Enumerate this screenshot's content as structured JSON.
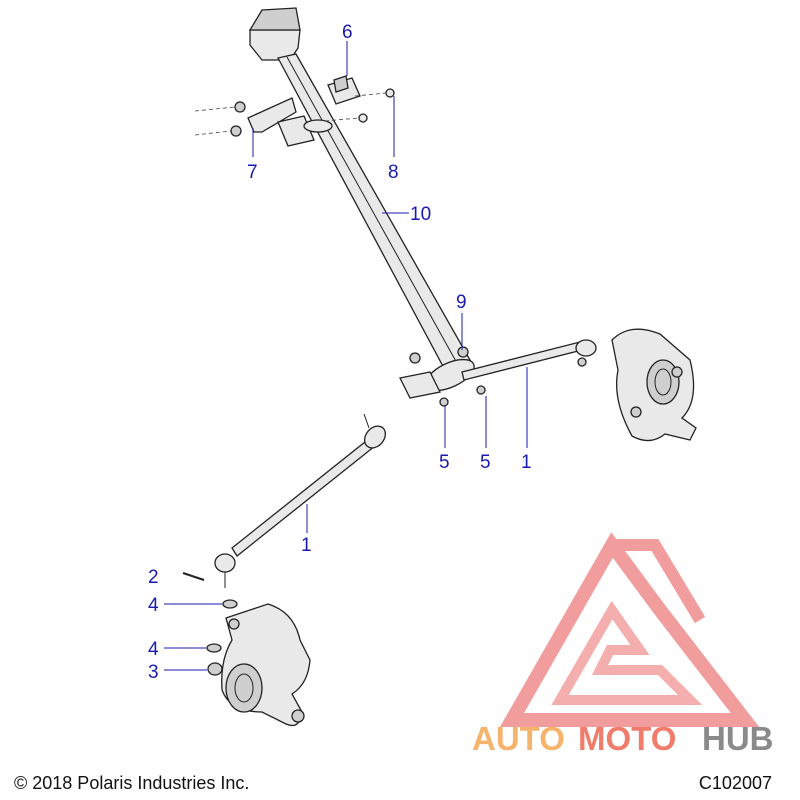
{
  "callouts": {
    "c6": "6",
    "c7": "7",
    "c8": "8",
    "c10": "10",
    "c9": "9",
    "c5a": "5",
    "c5b": "5",
    "c1a": "1",
    "c1b": "1",
    "c2": "2",
    "c4a": "4",
    "c4b": "4",
    "c3": "3"
  },
  "footer": {
    "copyright": "© 2018 Polaris Industries Inc.",
    "code": "C102007"
  },
  "watermark": {
    "part1": "AUTO",
    "part2": "MOTO",
    "part3": "HUB",
    "color_light": "#f5b36b",
    "color_mid": "#f07c6c",
    "color_dark": "#8a8a8a"
  }
}
